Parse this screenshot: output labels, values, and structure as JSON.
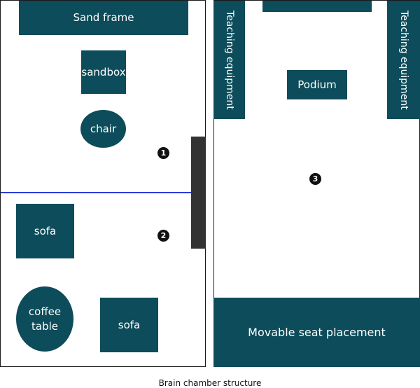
{
  "left_room": {
    "sand_frame": "Sand frame",
    "sandbox": "sandbox",
    "chair": "chair",
    "sofa_upper": "sofa",
    "coffee_table": "coffee\ntable",
    "sofa_lower": "sofa",
    "marker_1": "1",
    "marker_2": "2"
  },
  "right_room": {
    "teaching_equipment_left": "Teaching equipment",
    "teaching_equipment_right": "Teaching equipment",
    "podium": "Podium",
    "movable_seat": "Movable seat placement",
    "marker_3": "3"
  },
  "caption": "Brain chamber structure",
  "colors": {
    "furniture": "#0d4c5a",
    "divider": "#2a3cd6",
    "door": "#333333",
    "marker": "#111111"
  }
}
